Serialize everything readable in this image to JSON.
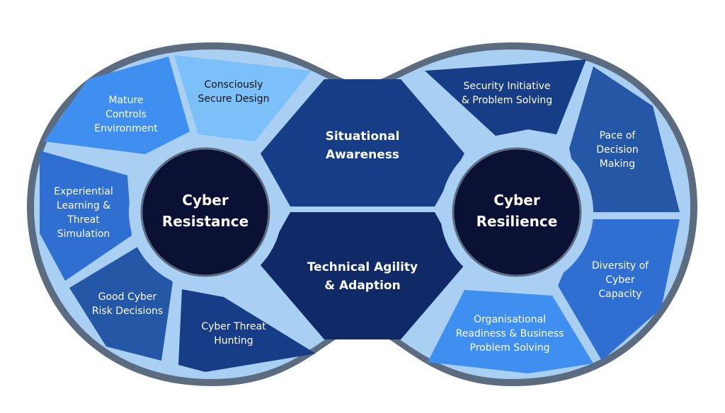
{
  "colors": {
    "outer_ring": "#5b6c80",
    "light_fill": "#a9cff2",
    "hub": "#0b1035",
    "dark_navy": "#0f2a66",
    "mid_navy": "#173d86",
    "mid_blue": "#2457a6",
    "blue": "#2f6fd1",
    "bright_blue": "#3f8ff0",
    "sky_blue": "#58a8ef",
    "pale_blue": "#7cc0fa"
  },
  "hubs": [
    {
      "id": "resistance",
      "lines": [
        "Cyber",
        "Resistance"
      ]
    },
    {
      "id": "resilience",
      "lines": [
        "Cyber",
        "Resilience"
      ]
    }
  ],
  "center_blocks": [
    {
      "id": "situational",
      "lines": [
        "Situational",
        "Awareness"
      ],
      "color": "#173d86"
    },
    {
      "id": "agility",
      "lines": [
        "Technical Agility",
        "& Adaption"
      ],
      "color": "#0f2a66"
    }
  ],
  "left_segments": [
    {
      "id": "mature",
      "lines": [
        "Mature",
        "Controls",
        "Environment"
      ],
      "color": "#3f8ff0",
      "dark_text": false
    },
    {
      "id": "secure-design",
      "lines": [
        "Consciously",
        "Secure Design"
      ],
      "color": "#7cc0fa",
      "dark_text": true
    },
    {
      "id": "experiential",
      "lines": [
        "Experiential",
        "Learning &",
        "Threat",
        "Simulation"
      ],
      "color": "#2f6fd1",
      "dark_text": false
    },
    {
      "id": "risk",
      "lines": [
        "Good Cyber",
        "Risk Decisions"
      ],
      "color": "#2457a6",
      "dark_text": false
    },
    {
      "id": "hunting",
      "lines": [
        "Cyber Threat",
        "Hunting"
      ],
      "color": "#173d86",
      "dark_text": false
    }
  ],
  "right_segments": [
    {
      "id": "initiative",
      "lines": [
        "Security Initiative",
        "& Problem Solving"
      ],
      "color": "#173d86",
      "dark_text": false
    },
    {
      "id": "pace",
      "lines": [
        "Pace of",
        "Decision",
        "Making"
      ],
      "color": "#2457a6",
      "dark_text": false
    },
    {
      "id": "diversity",
      "lines": [
        "Diversity of",
        "Cyber",
        "Capacity"
      ],
      "color": "#2f6fd1",
      "dark_text": false
    },
    {
      "id": "readiness",
      "lines": [
        "Organisational",
        "Readiness & Business",
        "Problem Solving"
      ],
      "color": "#3f8ff0",
      "dark_text": false
    }
  ]
}
